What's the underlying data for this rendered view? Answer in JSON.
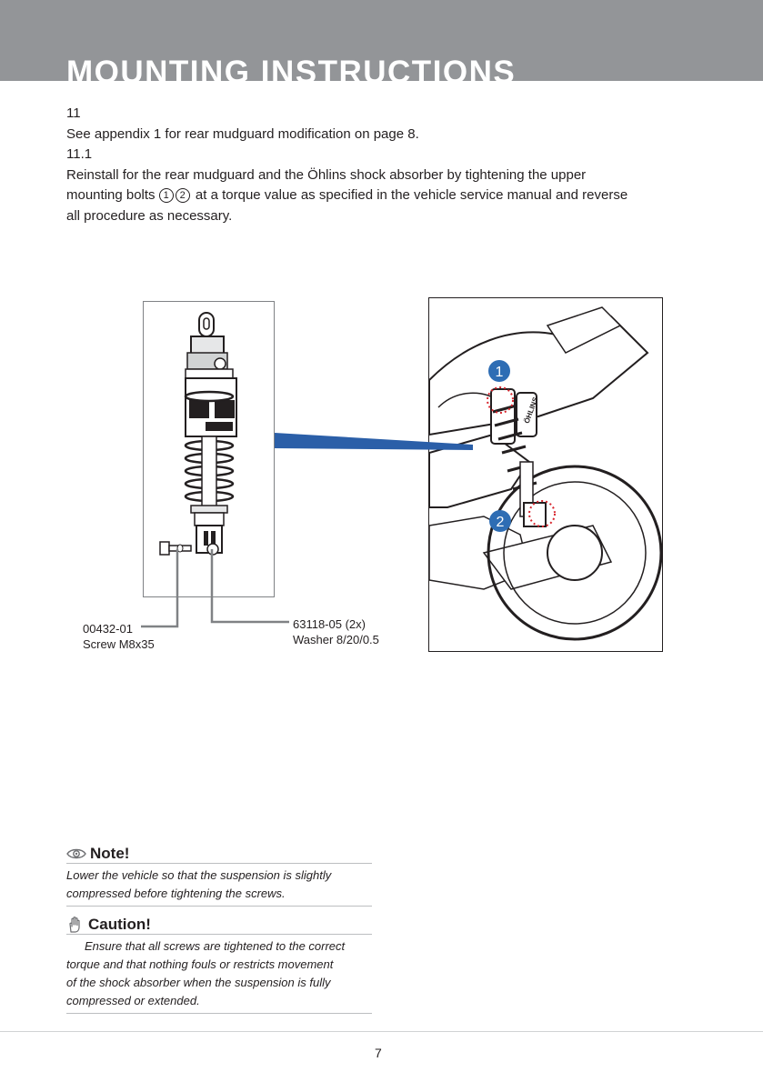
{
  "header": {
    "title": "MOUNTING INSTRUCTIONS"
  },
  "steps": [
    {
      "number": "11",
      "text": "See appendix 1 for rear mudguard modification on page 8."
    },
    {
      "number": "11.1",
      "text_line1": "Reinstall for the rear mudguard and the Öhlins shock absorber by tightening the upper",
      "text_line2_prefix": "mounting bolts",
      "bolt_markers": [
        "1",
        "2"
      ],
      "text_line2_suffix": "at a torque value as specified in the vehicle service manual and reverse",
      "text_line3": "all procedure as necessary."
    }
  ],
  "parts": [
    {
      "part_number": "00432-01",
      "description": "Screw M8x35"
    },
    {
      "part_number": "63118-05 (2x)",
      "description": "Washer 8/20/0.5"
    }
  ],
  "illustration": {
    "markers": [
      "1",
      "2"
    ],
    "brand_label": "ÖHLINS",
    "marker_color": "#2e6db4",
    "leader_color": "#2b5fa8"
  },
  "note": {
    "title": "Note!",
    "icon": "eye-icon",
    "lines": [
      "Lower the vehicle so that the suspension is slightly",
      "compressed before tightening the screws."
    ]
  },
  "caution": {
    "title": "Caution!",
    "icon": "hand-icon",
    "lines": [
      "Ensure that all screws are tightened to the correct",
      "torque and that nothing fouls or restricts movement",
      "of the shock absorber when the suspension is fully",
      "compressed or extended."
    ]
  },
  "footer": {
    "page_number": "7"
  }
}
